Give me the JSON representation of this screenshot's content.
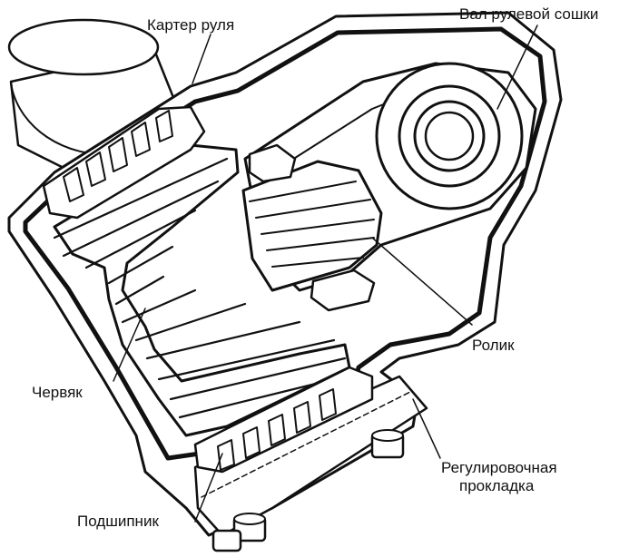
{
  "diagram": {
    "labels": {
      "karter": "Картер руля",
      "val": "Вал рулевой сошки",
      "rolik": "Ролик",
      "chervyak": "Червяк",
      "prokladka_line1": "Регулировочная",
      "prokladka_line2": "прокладка",
      "podshipnik": "Подшипник"
    },
    "colors": {
      "ink": "#111111",
      "paper": "#ffffff"
    }
  }
}
